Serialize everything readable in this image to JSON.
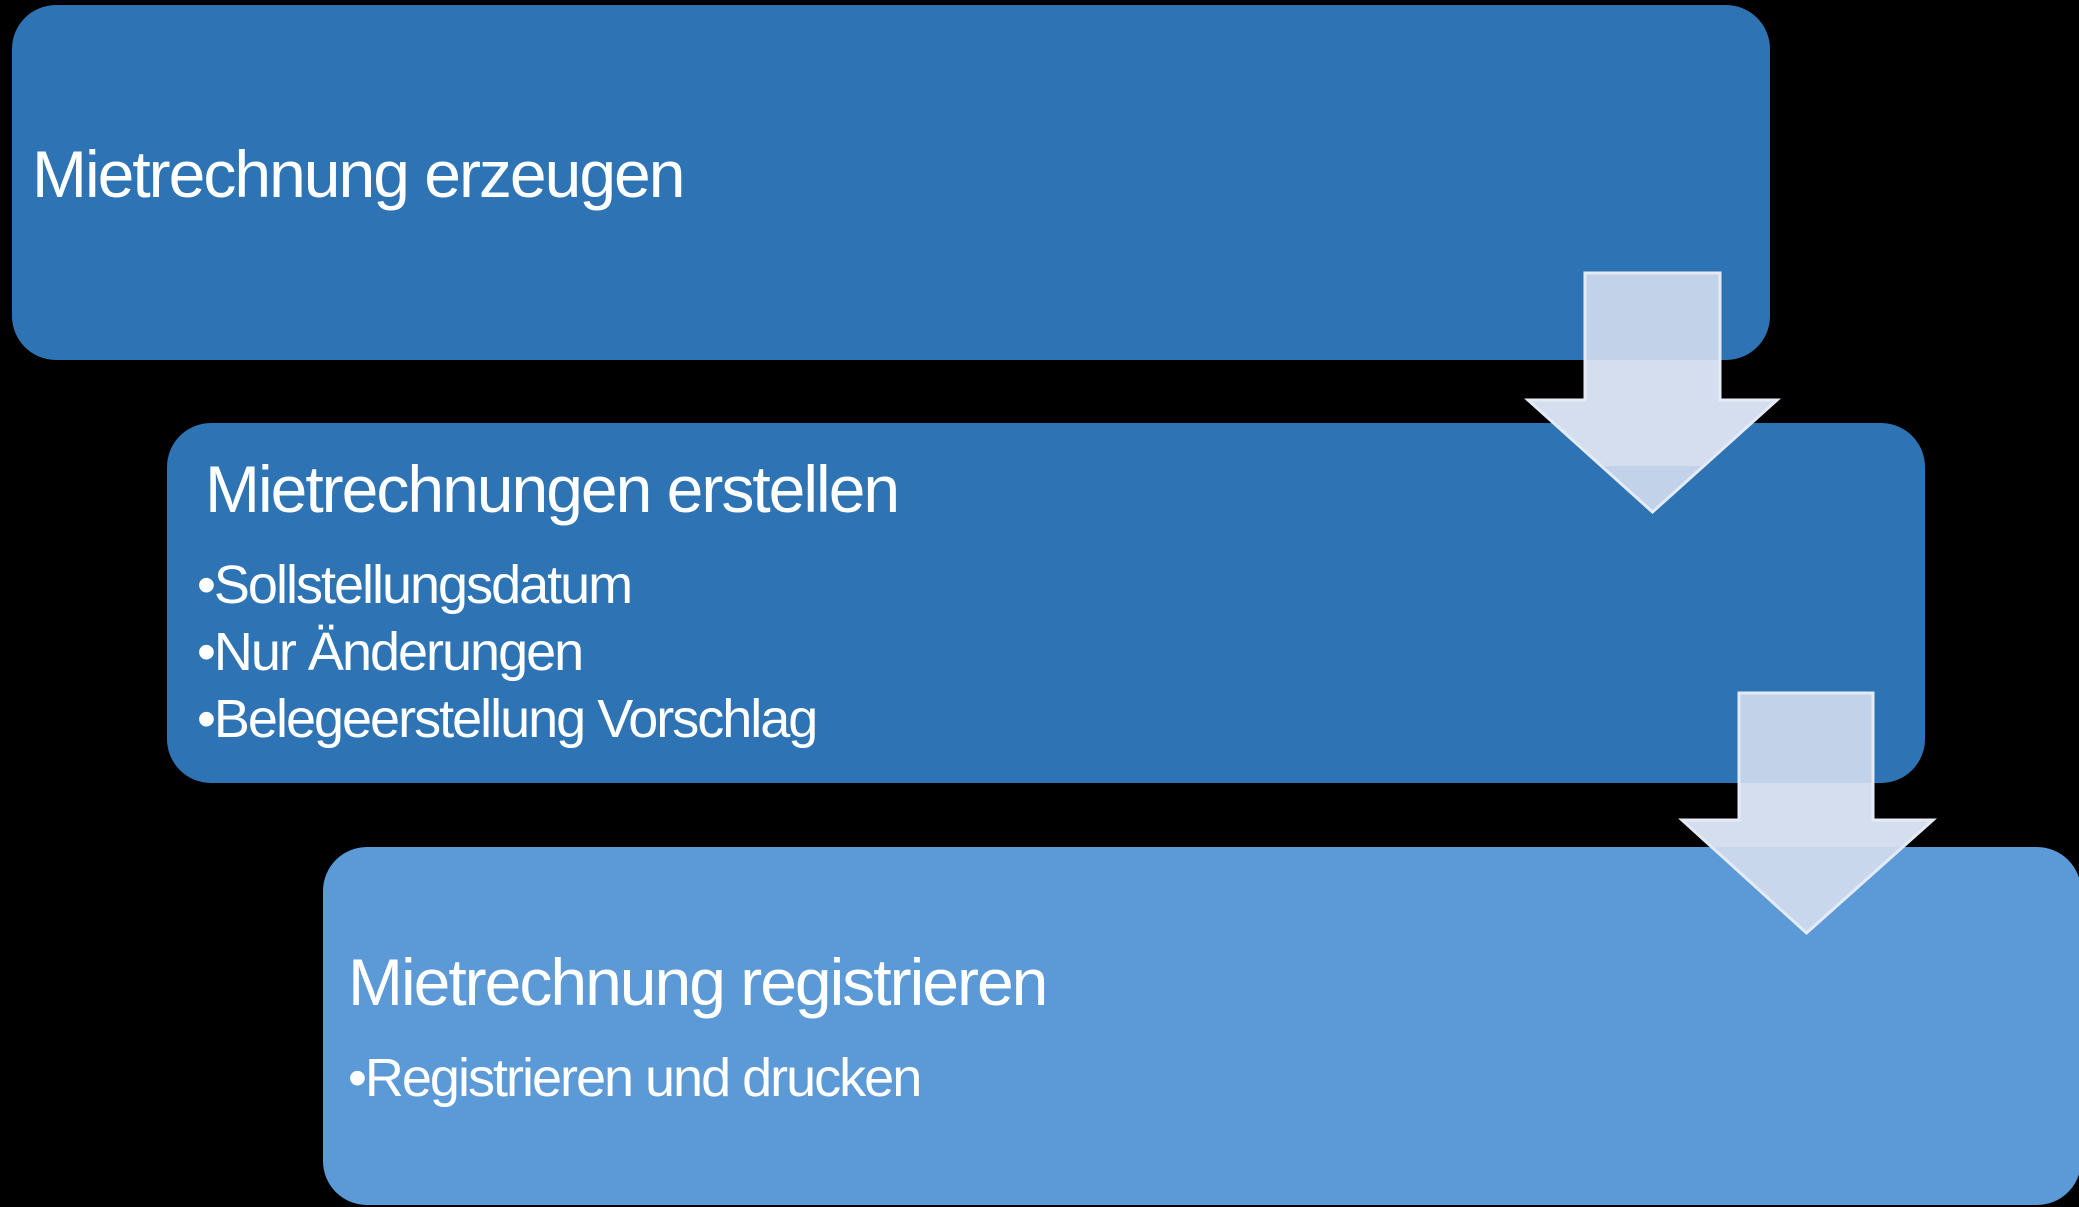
{
  "diagram": {
    "type": "staggered-process-flow",
    "background": "#000000",
    "text_color": "#FFFFFF",
    "colors": {
      "step_primary": "#2E74B5",
      "step_light": "#5B9AD6",
      "arrow_over_black": "#D5DEEF",
      "arrow_over_dark_box": "#C2D2E8",
      "arrow_over_light_box": "#C9D7EC",
      "arrow_border": "#E5EBF6"
    },
    "steps": [
      {
        "title": "Mietrechnung erzeugen",
        "bullets": []
      },
      {
        "title": "Mietrechnungen erstellen",
        "bullets": [
          "Sollstellungsdatum",
          "Nur Änderungen",
          "Belegeerstellung Vorschlag"
        ]
      },
      {
        "title": "Mietrechnung registrieren",
        "bullets": [
          "Registrieren und drucken"
        ]
      }
    ]
  }
}
